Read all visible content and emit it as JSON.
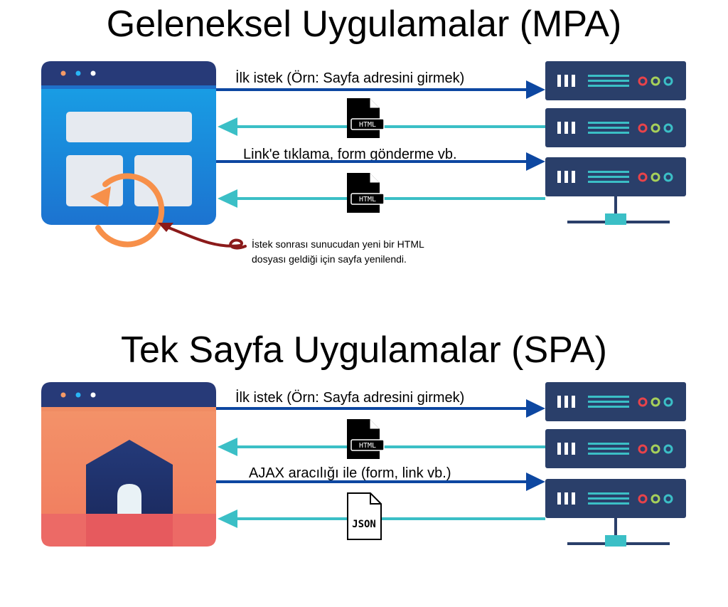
{
  "mpa": {
    "title": "Geleneksel Uygulamalar (MPA)",
    "arrow1_label": "İlk istek (Örn: Sayfa adresini girmek)",
    "response1_file": "HTML",
    "arrow2_label": "Link'e tıklama, form gönderme vb.",
    "response2_file": "HTML",
    "note": "İstek sonrası sunucudan yeni bir HTML dosyası geldiği için sayfa yenilendi."
  },
  "spa": {
    "title": "Tek Sayfa Uygulamalar (SPA)",
    "arrow1_label": "İlk istek (Örn: Sayfa adresini girmek)",
    "response1_file": "HTML",
    "arrow2_label": "AJAX aracılığı ile (form, link vb.)",
    "response2_file": "JSON"
  },
  "colors": {
    "request_arrow": "#0d47a1",
    "response_arrow": "#3bbfc6",
    "server": "#2a3f6a",
    "refresh_icon": "#f7904a",
    "note_arrow": "#8b1a1a"
  }
}
